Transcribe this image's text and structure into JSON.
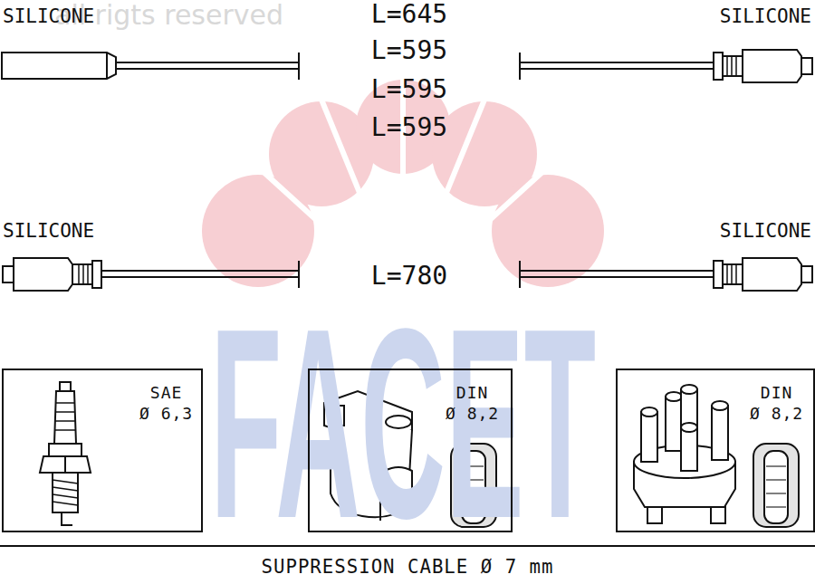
{
  "diagram": {
    "nodes": [
      {
        "text": [
          "SAE",
          "Ø 6,3"
        ]
      },
      {
        "text": [
          "DIN",
          "Ø 8,2"
        ]
      },
      {
        "text": [
          "DIN",
          "Ø 8,2"
        ]
      },
      {
        "text": [
          "SUPPRESSION CABLE Ø 7 mm"
        ]
      }
    ],
    "edges": [],
    "labels": [
      "FACET",
      "all rigts reserved",
      "SILICONE",
      "L=645",
      "SILICONE",
      "L=595",
      "L=595",
      "L=595",
      "SILICONE",
      "L=780",
      "SILICONE"
    ]
  }
}
